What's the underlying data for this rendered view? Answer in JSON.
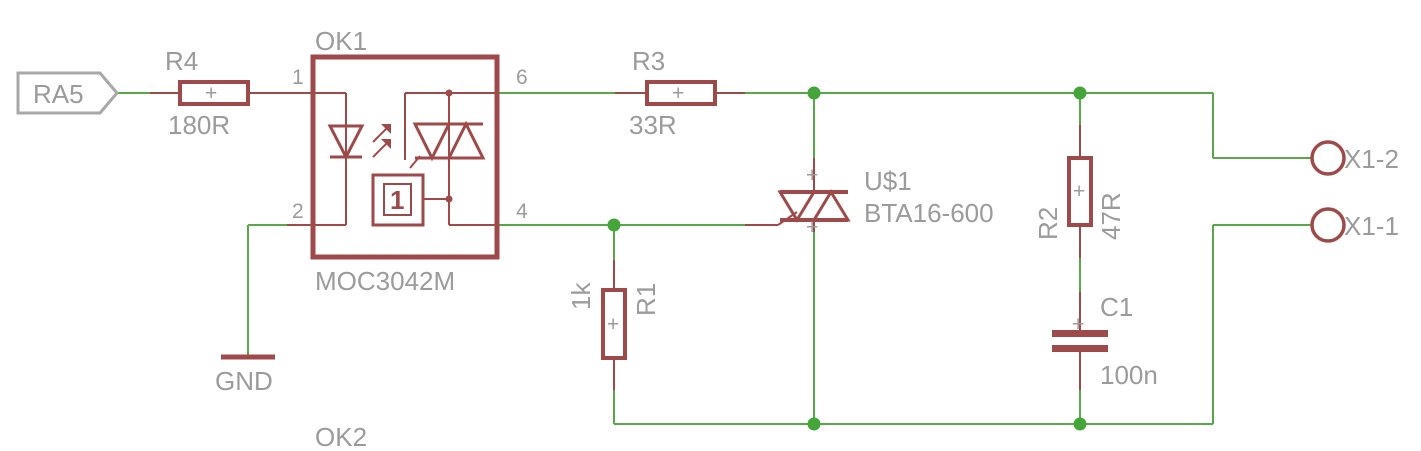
{
  "colors": {
    "wire": "#5aa64a",
    "junction": "#45a53a",
    "component": "#9e4a4a",
    "label": "#9b9b9b",
    "port": "#a8a8a8"
  },
  "signal_port": "RA5",
  "gnd_label": "GND",
  "r4": {
    "name": "R4",
    "value": "180R"
  },
  "ok1": {
    "name": "OK1",
    "part": "MOC3042M",
    "pins": {
      "p1": "1",
      "p2": "2",
      "p4": "4",
      "p6": "6"
    },
    "zero_cross_mark": "1"
  },
  "r3": {
    "name": "R3",
    "value": "33R"
  },
  "triac": {
    "name": "U$1",
    "value": "BTA16-600"
  },
  "r1": {
    "name": "R1",
    "value": "1k"
  },
  "r2": {
    "name": "R2",
    "value": "47R"
  },
  "c1": {
    "name": "C1",
    "value": "100n"
  },
  "x1_2": "X1-2",
  "x1_1": "X1-1",
  "ok2": {
    "name": "OK2"
  }
}
